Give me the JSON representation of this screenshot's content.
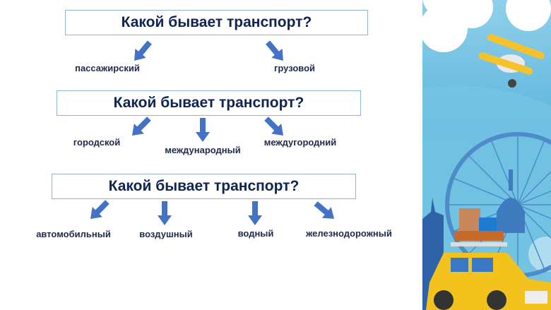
{
  "colors": {
    "arrow": "#4472c4",
    "title": "#0f2456",
    "sky": "#6cc0e2"
  },
  "groups": [
    {
      "question": "Какой бывает транспорт?",
      "answers": [
        "пассажирский",
        "грузовой"
      ]
    },
    {
      "question": "Какой бывает транспорт?",
      "answers": [
        "городской",
        "международный",
        "междугородний"
      ]
    },
    {
      "question": "Какой бывает транспорт?",
      "answers": [
        "автомобильный",
        "воздушный",
        "водный",
        "железнодорожный"
      ]
    }
  ],
  "illustration": {
    "icons": [
      "cloud-icon",
      "biplane-icon",
      "ferris-wheel-icon",
      "city-skyline-icon",
      "yellow-car-icon",
      "luggage-icon"
    ]
  }
}
